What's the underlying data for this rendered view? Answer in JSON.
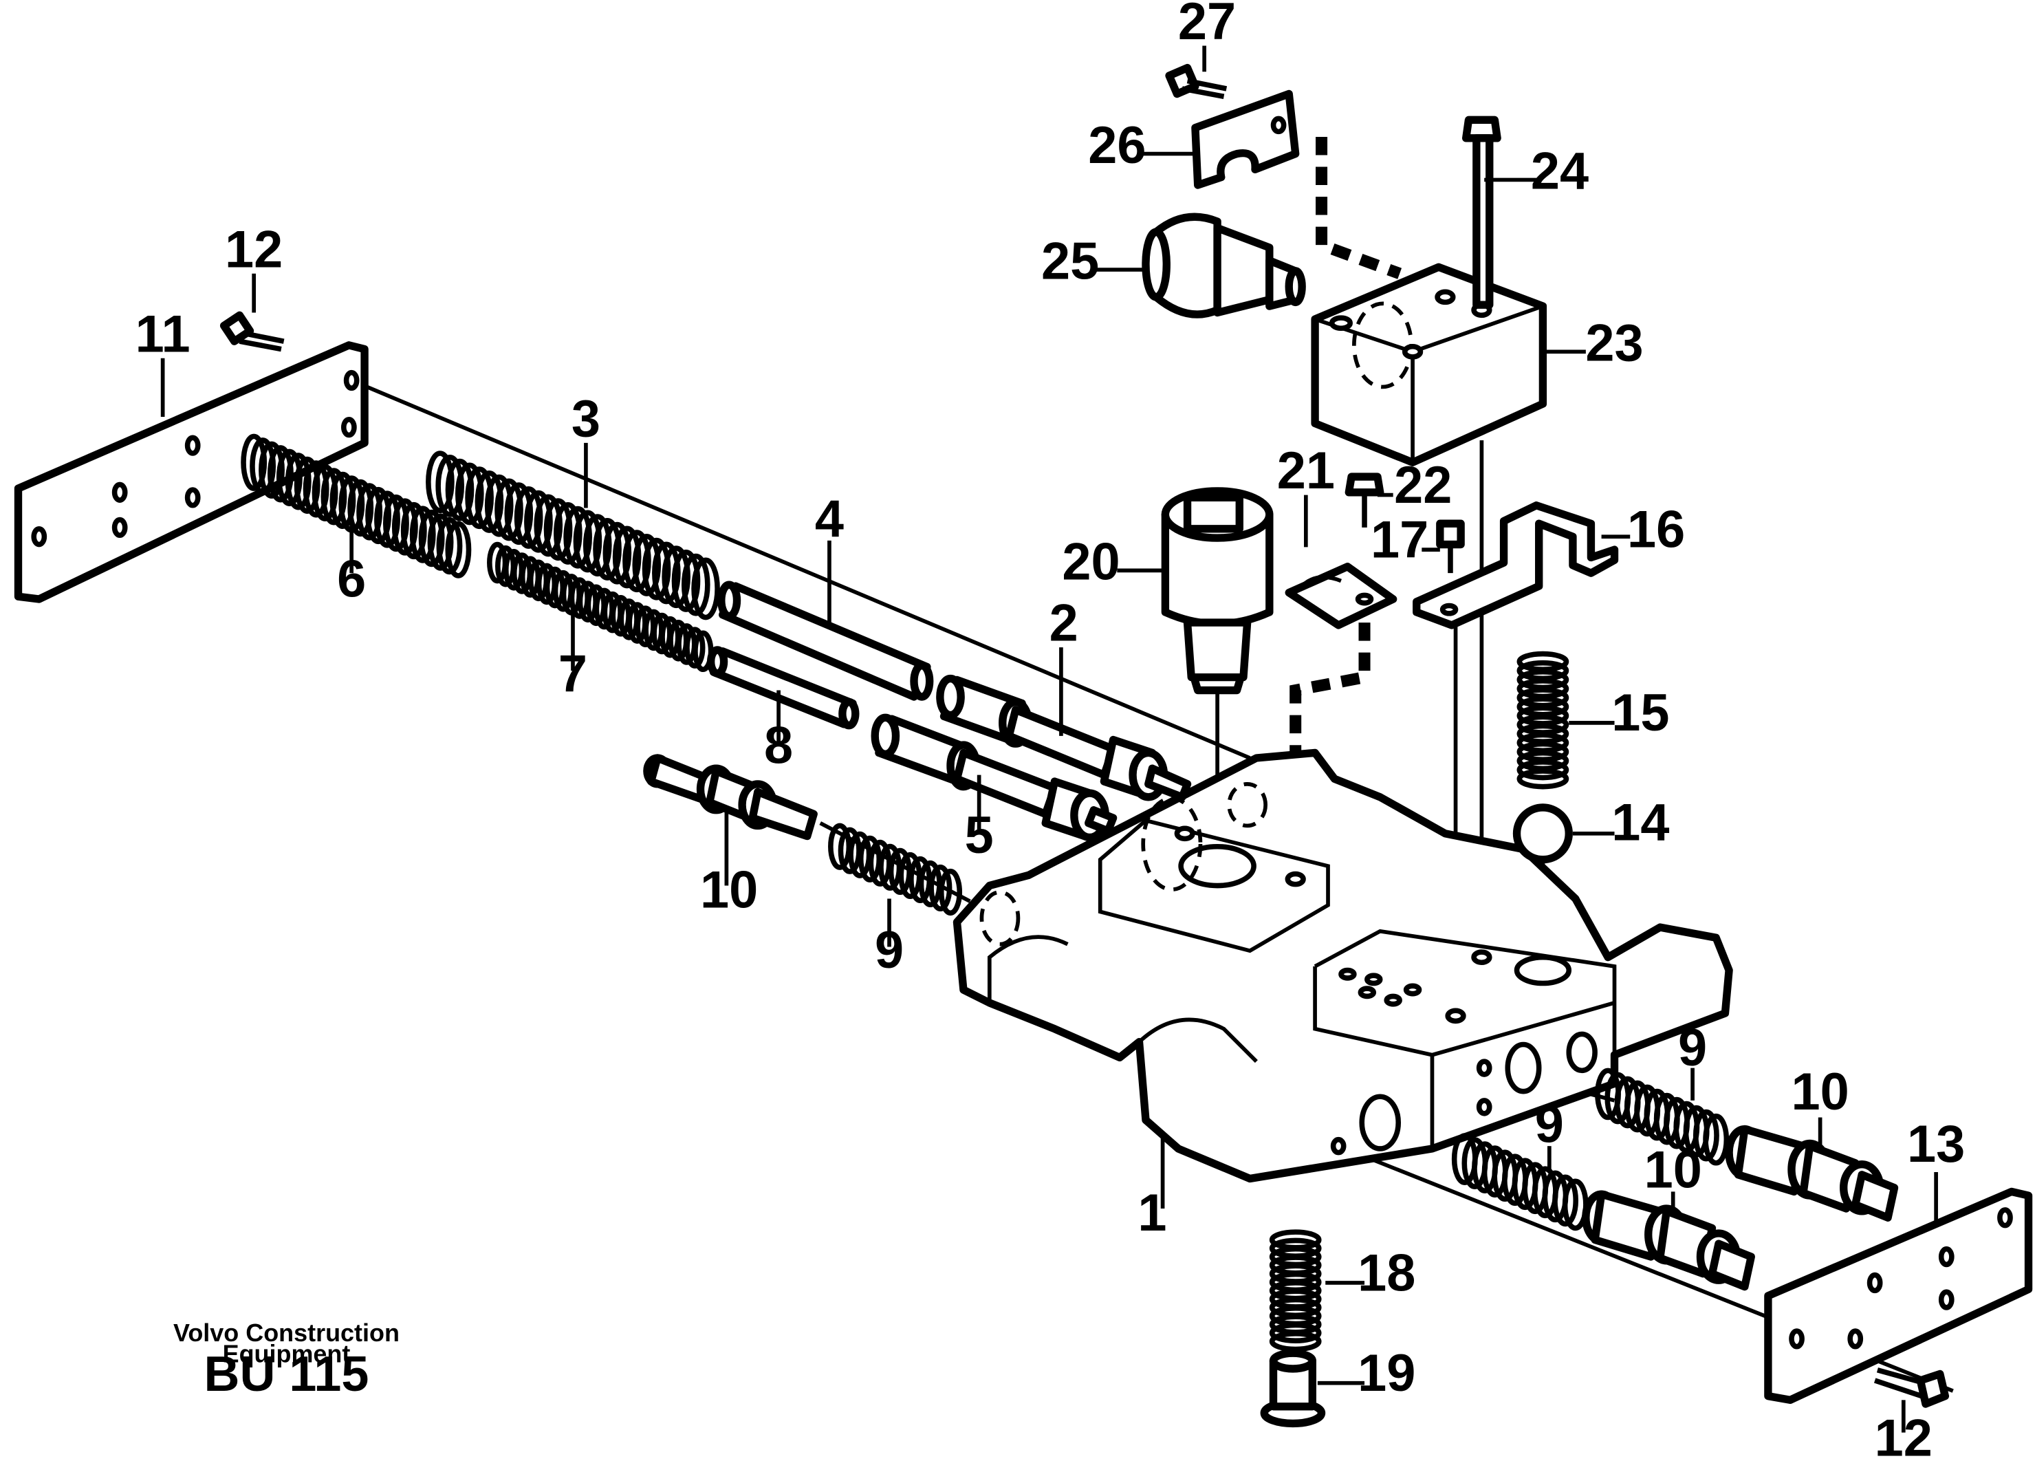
{
  "footer": {
    "company_line1": "Volvo Construction",
    "company_line2": "Equipment",
    "code": "BU 115"
  },
  "callouts": {
    "c1": "1",
    "c2": "2",
    "c3": "3",
    "c4": "4",
    "c5": "5",
    "c6": "6",
    "c7": "7",
    "c8": "8",
    "c9a": "9",
    "c9b": "9",
    "c9c": "9",
    "c10a": "10",
    "c10b": "10",
    "c10c": "10",
    "c11": "11",
    "c12a": "12",
    "c12b": "12",
    "c13": "13",
    "c14": "14",
    "c15": "15",
    "c16": "16",
    "c17": "17",
    "c18": "18",
    "c19": "19",
    "c20": "20",
    "c21": "21",
    "c22": "22",
    "c23": "23",
    "c24": "24",
    "c25": "25",
    "c26": "26",
    "c27": "27"
  }
}
